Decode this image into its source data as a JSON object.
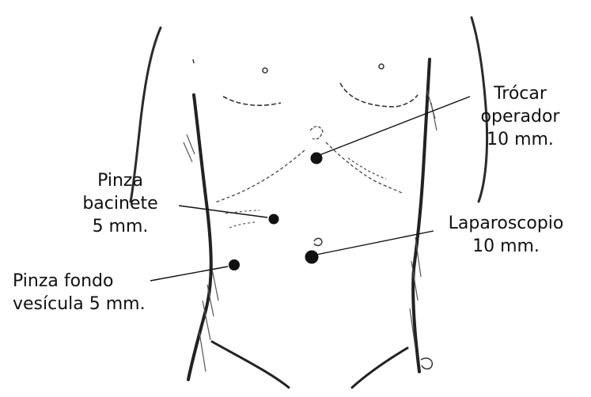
{
  "labels": {
    "trocar_operador": [
      "Trócar",
      "operador",
      "10 mm."
    ],
    "pinza_bacinete": [
      "Pinza",
      "bacinete",
      "5 mm."
    ],
    "laparoscopio": [
      "Laparoscopio",
      "10 mm."
    ],
    "pinza_fondo": [
      "Pinza fondo",
      "vesícula 5 mm."
    ]
  },
  "colors": {
    "ink": "#111111",
    "sketch": "#2a2a2a",
    "background": "#ffffff"
  }
}
